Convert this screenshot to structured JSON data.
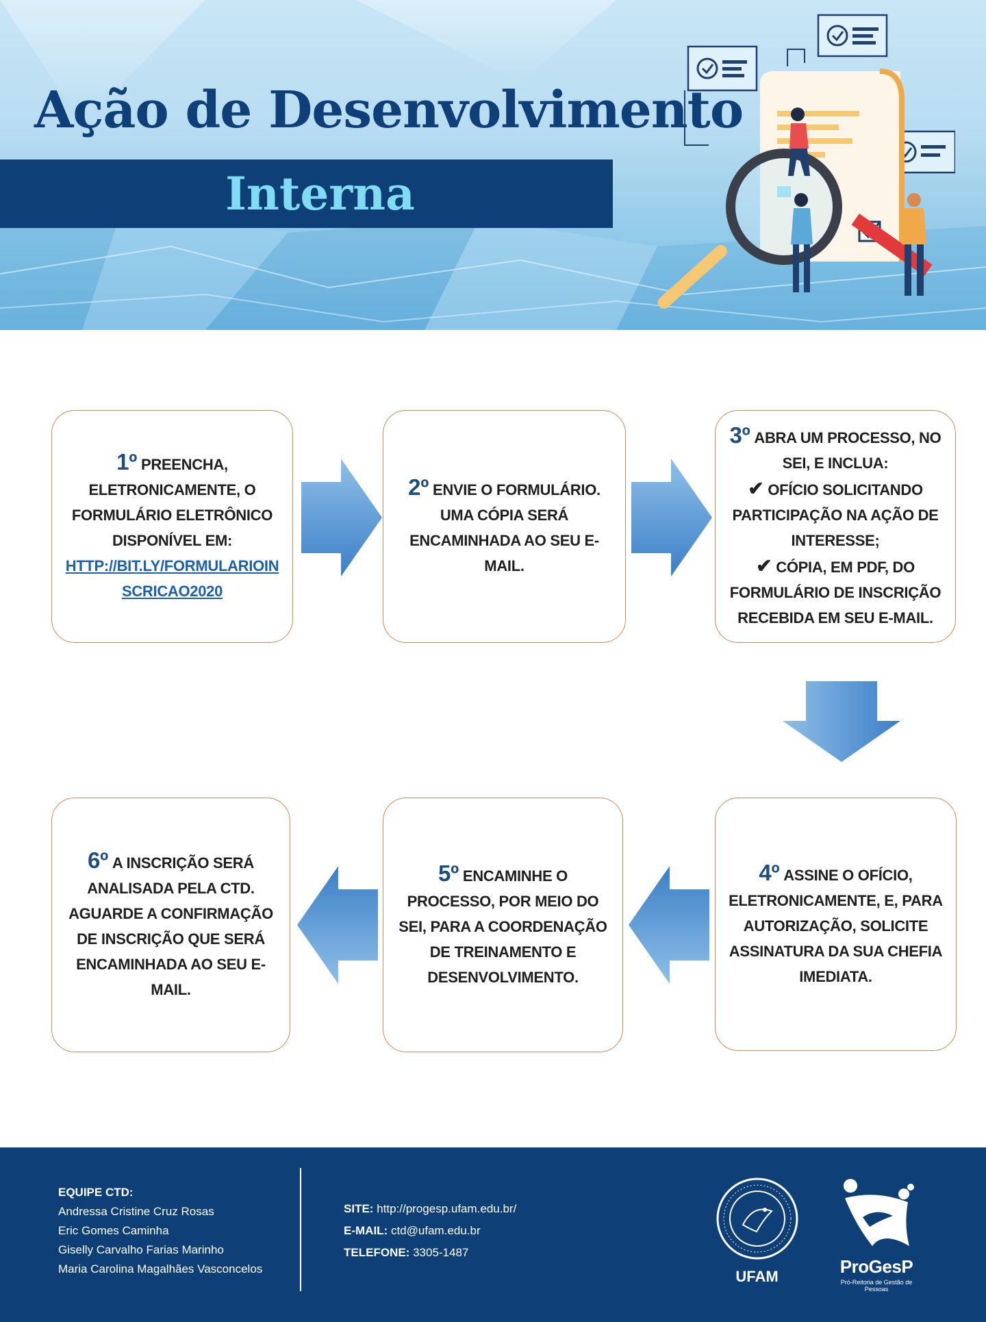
{
  "header": {
    "title": "Ação de Desenvolvimento",
    "subtitle": "Interna"
  },
  "steps": [
    {
      "number": "1º",
      "lines": [
        "PREENCHA, ELETRONICAMENTE, O FORMULÁRIO ELETRÔNICO DISPONÍVEL EM:"
      ],
      "link": "HTTP://BIT.LY/FORMULARIOINSCRICAO2020"
    },
    {
      "number": "2º",
      "text": "ENVIE O FORMULÁRIO. UMA CÓPIA SERÁ ENCAMINHADA AO SEU E-MAIL."
    },
    {
      "number": "3º",
      "text": "ABRA UM PROCESSO, NO SEI, E INCLUA:",
      "items": [
        "OFÍCIO SOLICITANDO PARTICIPAÇÃO NA AÇÃO DE INTERESSE;",
        "CÓPIA, EM PDF, DO FORMULÁRIO DE INSCRIÇÃO RECEBIDA EM SEU E-MAIL."
      ]
    },
    {
      "number": "4º",
      "text": "ASSINE O OFÍCIO, ELETRONICAMENTE, E, PARA AUTORIZAÇÃO, SOLICITE ASSINATURA DA SUA CHEFIA IMEDIATA."
    },
    {
      "number": "5º",
      "text": "ENCAMINHE O PROCESSO, POR MEIO DO SEI, PARA A COORDENAÇÃO DE TREINAMENTO E DESENVOLVIMENTO."
    },
    {
      "number": "6º",
      "text": "A INSCRIÇÃO SERÁ ANALISADA PELA CTD. AGUARDE A CONFIRMAÇÃO DE INSCRIÇÃO QUE SERÁ ENCAMINHADA AO SEU E-MAIL."
    }
  ],
  "footer": {
    "team_label": "EQUIPE CTD:",
    "team": [
      "Andressa Cristine Cruz Rosas",
      "Eric Gomes Caminha",
      "Giselly Carvalho Farias Marinho",
      "Maria Carolina Magalhães Vasconcelos"
    ],
    "site_label": "SITE:",
    "site": "http://progesp.ufam.edu.br/",
    "email_label": "E-MAIL:",
    "email": "ctd@ufam.edu.br",
    "phone_label": "TELEFONE:",
    "phone": "3305-1487",
    "ufam_label": "UFAM",
    "progesp_name": "ProGesP",
    "progesp_sub": "Pró-Reitoria de Gestão de Pessoas"
  },
  "colors": {
    "navy": "#0e3f77",
    "title_cyan": "#7fdcf2",
    "card_border": "#c98a5b",
    "number_blue": "#1f4d7c",
    "link_blue": "#1d5fa8",
    "arrow_light": "#8fbfe8",
    "arrow_dark": "#3c7fc6"
  },
  "icons": [
    "check-icon",
    "right-arrow-icon",
    "down-arrow-icon",
    "left-arrow-icon",
    "magnifier-icon",
    "document-icon",
    "ufam-seal-icon",
    "progesp-logo-icon"
  ]
}
